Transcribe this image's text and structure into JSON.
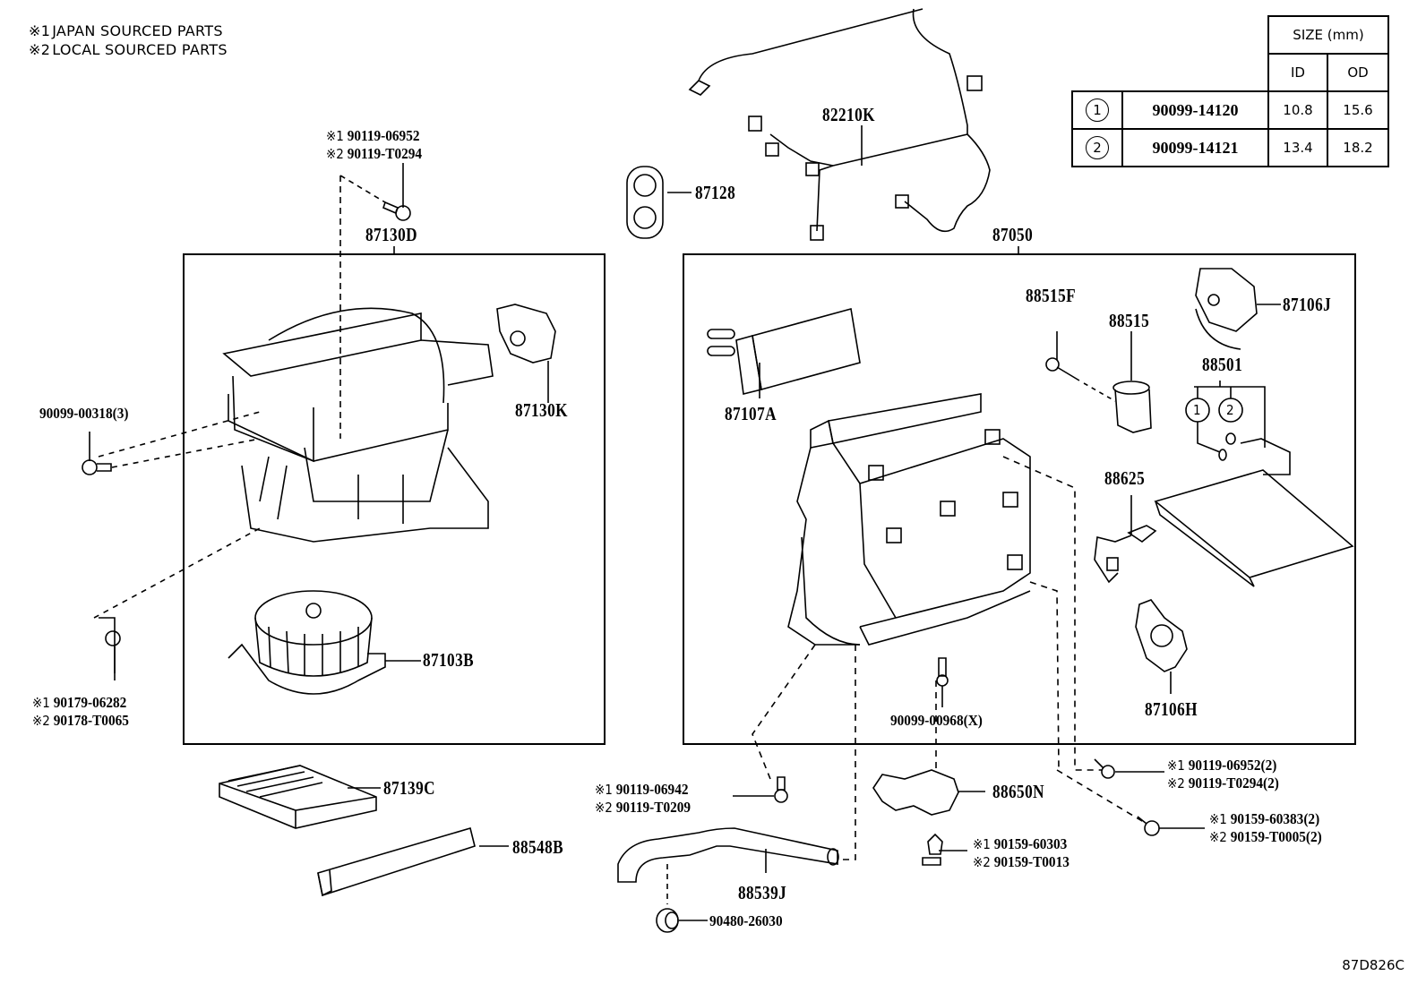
{
  "legend": [
    {
      "mark": "※1",
      "text": "JAPAN SOURCED PARTS"
    },
    {
      "mark": "※2",
      "text": "LOCAL SOURCED PARTS"
    }
  ],
  "size_table": {
    "header": "SIZE (mm)",
    "col_id": "ID",
    "col_od": "OD",
    "rows": [
      {
        "ref": "1",
        "part": "90099-14120",
        "id": "10.8",
        "od": "15.6"
      },
      {
        "ref": "2",
        "part": "90099-14121",
        "id": "13.4",
        "od": "18.2"
      }
    ]
  },
  "groups": {
    "blower_unit": "87130D",
    "heater_unit": "87050"
  },
  "parts": {
    "p87130D_bolt": {
      "m1": "※1",
      "p1": "90119-06952",
      "m2": "※2",
      "p2": "90119-T0294"
    },
    "p90099_00318": "90099-00318(3)",
    "p87130K": "87130K",
    "p87103B": "87103B",
    "p90179": {
      "m1": "※1",
      "p1": "90179-06282",
      "m2": "※2",
      "p2": "90178-T0065"
    },
    "p87139C": "87139C",
    "p88548B": "88548B",
    "p87128": "87128",
    "p82210K": "82210K",
    "p87107A": "87107A",
    "p88515F": "88515F",
    "p88515": "88515",
    "p87106J": "87106J",
    "p88501": "88501",
    "p88501_ref1": "1",
    "p88501_ref2": "2",
    "p88625": "88625",
    "p87106H": "87106H",
    "p90099_00968": "90099-00968(X)",
    "p90119_06942": {
      "m1": "※1",
      "p1": "90119-06942",
      "m2": "※2",
      "p2": "90119-T0209"
    },
    "p88650N": "88650N",
    "p90159_60303": {
      "m1": "※1",
      "p1": "90159-60303",
      "m2": "※2",
      "p2": "90159-T0013"
    },
    "p88539J": "88539J",
    "p90480": "90480-26030",
    "p90119_06952_2": {
      "m1": "※1",
      "p1": "90119-06952(2)",
      "m2": "※2",
      "p2": "90119-T0294(2)"
    },
    "p90159_60383": {
      "m1": "※1",
      "p1": "90159-60383(2)",
      "m2": "※2",
      "p2": "90159-T0005(2)"
    }
  },
  "diagram_ref": "87D826C"
}
